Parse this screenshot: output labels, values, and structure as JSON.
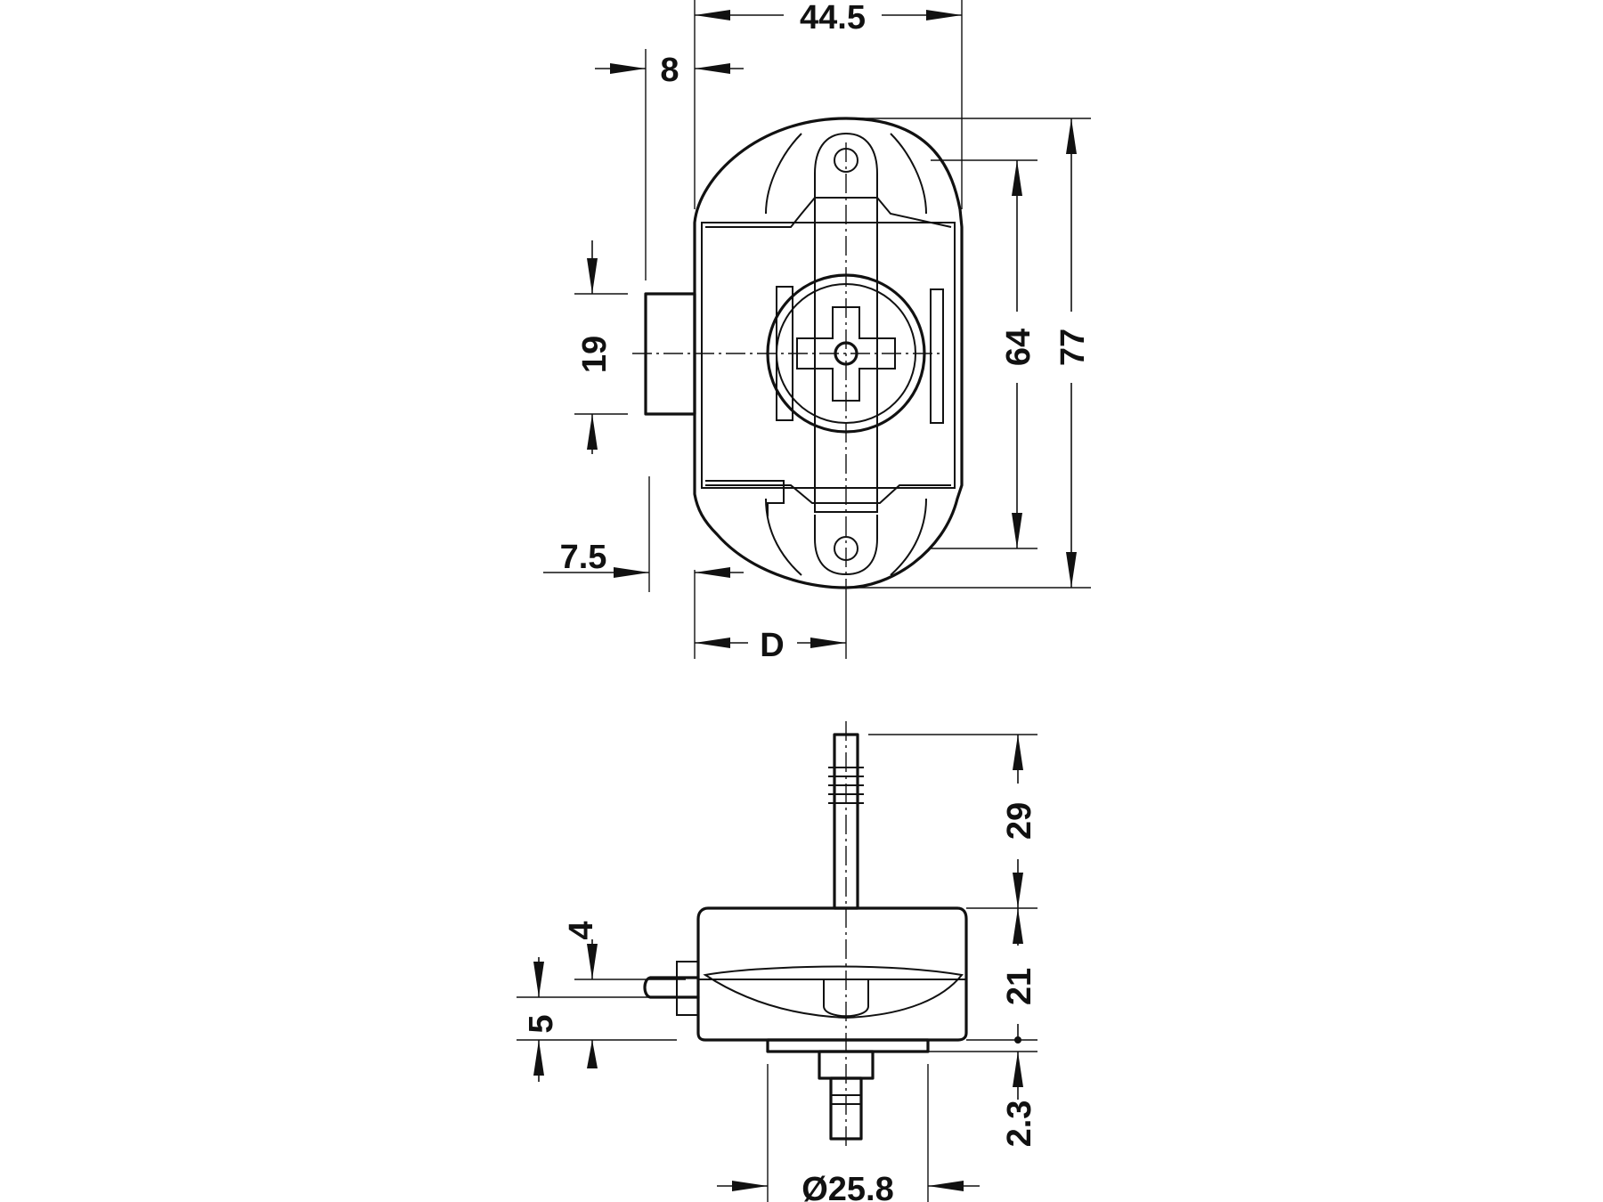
{
  "dimensions": {
    "top_width": "44.5",
    "bolt_offset": "8",
    "bolt_height": "19",
    "hole_spacing": "64",
    "overall_height": "77",
    "bolt_setback": "7.5",
    "backset": "D",
    "spindle_length": "29",
    "bolt_top_offset": "4",
    "bolt_thickness": "5",
    "body_depth": "21",
    "rose_thickness": "2.3",
    "rose_diameter": "Ø25.8"
  },
  "colors": {
    "line": "#111111",
    "background": "#ffffff"
  }
}
